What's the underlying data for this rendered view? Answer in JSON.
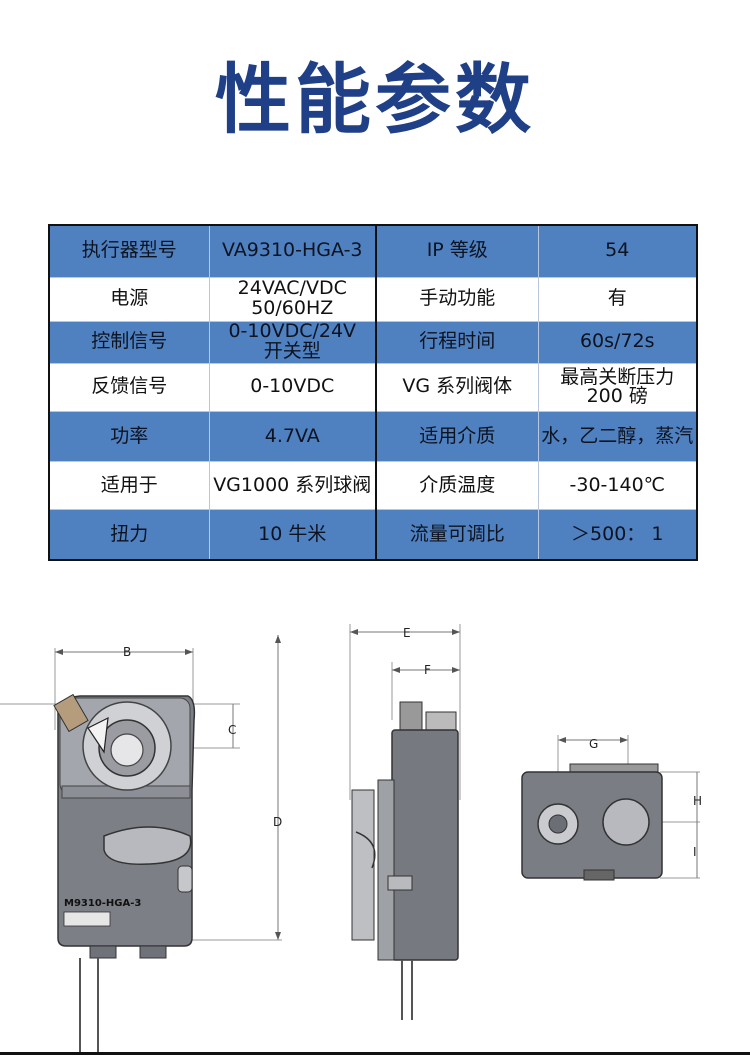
{
  "page": {
    "title": "性能参数"
  },
  "table": {
    "rows": [
      {
        "style": "blue",
        "cells": [
          [
            "执行器型号"
          ],
          [
            "VA9310-HGA-3"
          ],
          [
            "IP 等级"
          ],
          [
            "54"
          ]
        ]
      },
      {
        "style": "white",
        "cells": [
          [
            "电源"
          ],
          [
            "24VAC/VDC",
            "50/60HZ"
          ],
          [
            "手动功能"
          ],
          [
            "有"
          ]
        ]
      },
      {
        "style": "blue",
        "cells": [
          [
            "控制信号"
          ],
          [
            "0-10VDC/24V",
            "开关型"
          ],
          [
            "行程时间"
          ],
          [
            "60s/72s"
          ]
        ]
      },
      {
        "style": "white",
        "cells": [
          [
            "反馈信号"
          ],
          [
            "0-10VDC"
          ],
          [
            "VG 系列阀体"
          ],
          [
            "最高关断压力",
            "200 磅"
          ]
        ]
      },
      {
        "style": "blue",
        "cells": [
          [
            "功率"
          ],
          [
            "4.7VA"
          ],
          [
            "适用介质"
          ],
          [
            "水，乙二醇，蒸汽"
          ]
        ]
      },
      {
        "style": "white",
        "cells": [
          [
            "适用于"
          ],
          [
            "VG1000 系列球阀"
          ],
          [
            "介质温度"
          ],
          [
            "-30-140℃"
          ]
        ]
      },
      {
        "style": "blue",
        "cells": [
          [
            "扭力"
          ],
          [
            "10 牛米"
          ],
          [
            "流量可调比"
          ],
          [
            "＞500： 1"
          ]
        ]
      }
    ]
  },
  "drawings": {
    "dim_labels": {
      "b": "B",
      "c": "C",
      "d": "D",
      "e": "E",
      "f": "F",
      "g": "G",
      "h": "H",
      "i": "I"
    },
    "model_label": "M9310-HGA-3"
  }
}
